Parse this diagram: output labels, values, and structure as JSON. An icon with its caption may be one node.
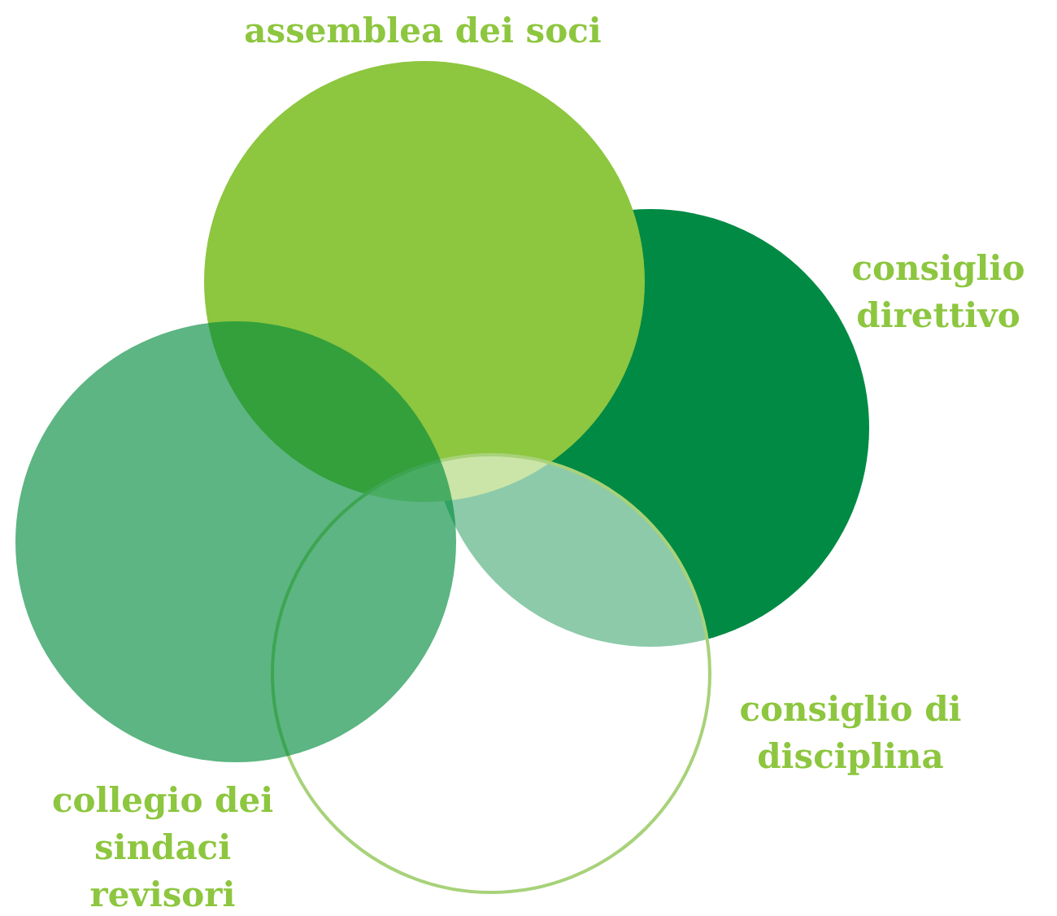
{
  "diagram": {
    "nodes": [
      {
        "text": [
          "consiglio direttivo"
        ]
      },
      {
        "text": [
          "assemblea dei soci"
        ]
      },
      {
        "text": [
          "consiglio di disciplina"
        ]
      },
      {
        "text": [
          "collegio dei sindaci revisori"
        ]
      }
    ]
  }
}
